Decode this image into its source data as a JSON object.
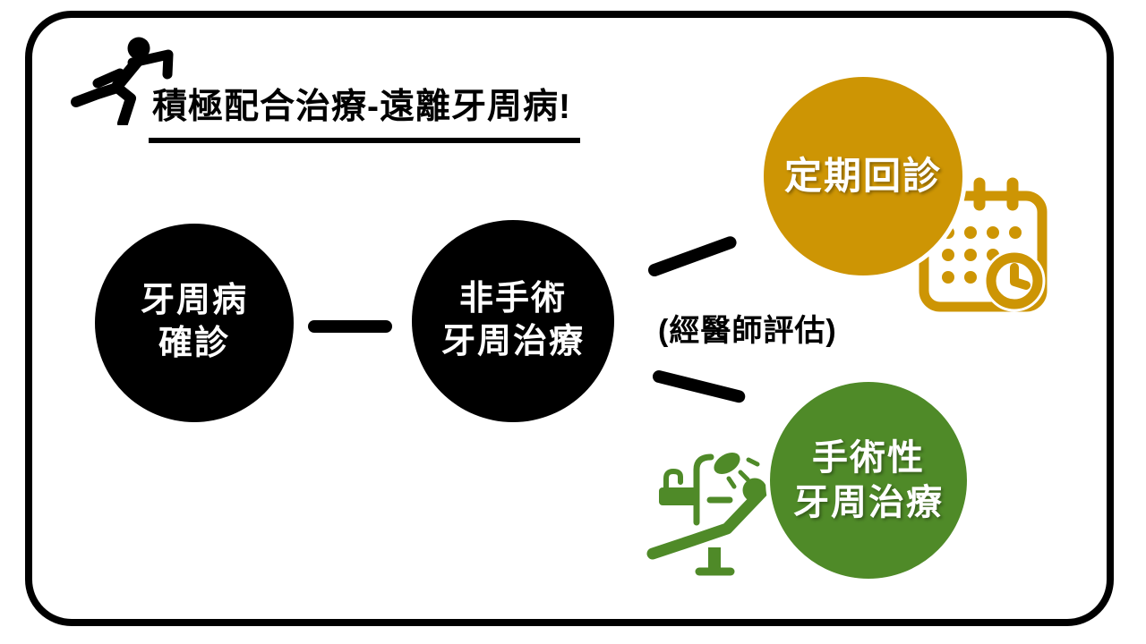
{
  "page": {
    "background": "#ffffff",
    "frame_border_color": "#000000"
  },
  "header": {
    "title": "積極配合治療-遠離牙周病!",
    "icon": "runner"
  },
  "flowchart": {
    "node_diagnosis": {
      "line1": "牙周病",
      "line2": "確診"
    },
    "node_nonsurgical": {
      "line1": "非手術",
      "line2": "牙周治療"
    },
    "evaluation_note": "(經醫師評估)",
    "node_recall": {
      "label": "定期回診",
      "icon": "calendar-clock"
    },
    "node_surgical": {
      "line1": "手術性",
      "line2": "牙周治療",
      "icon": "dental-chair"
    }
  },
  "colors": {
    "node_black": "#000000",
    "node_text": "#ffffff",
    "recall_gold": "#CD9504",
    "surgical_green": "#4F8A28",
    "connector": "#000000"
  }
}
